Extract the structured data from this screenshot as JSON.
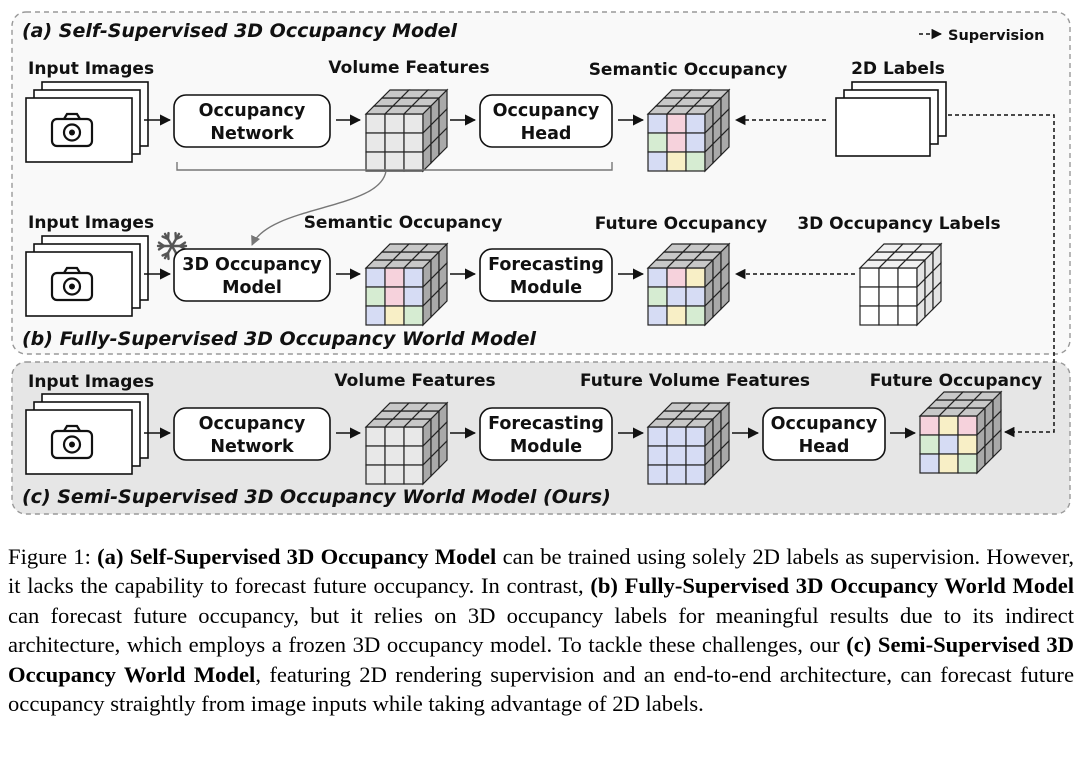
{
  "legend": {
    "supervision": "Supervision"
  },
  "panel_a": {
    "title": "(a) Self-Supervised 3D Occupancy Model",
    "input_label": "Input Images",
    "network": [
      "Occupancy",
      "Network"
    ],
    "features_label": "Volume Features",
    "head": [
      "Occupancy",
      "Head"
    ],
    "output_label": "Semantic Occupancy",
    "labels_label": "2D Labels"
  },
  "panel_b": {
    "title": "(b) Fully-Supervised 3D Occupancy World Model",
    "input_label": "Input Images",
    "model": [
      "3D Occupancy",
      "Model"
    ],
    "occupancy_label": "Semantic Occupancy",
    "forecast": [
      "Forecasting",
      "Module"
    ],
    "output_label": "Future Occupancy",
    "labels_label": "3D Occupancy Labels"
  },
  "panel_c": {
    "title": "(c) Semi-Supervised 3D Occupancy World Model (Ours)",
    "input_label": "Input Images",
    "network": [
      "Occupancy",
      "Network"
    ],
    "features_label": "Volume Features",
    "forecast": [
      "Forecasting",
      "Module"
    ],
    "future_features_label": "Future Volume Features",
    "head": [
      "Occupancy",
      "Head"
    ],
    "output_label": "Future Occupancy"
  },
  "caption": {
    "prefix": "Figure 1:  ",
    "a_bold": "(a) Self-Supervised 3D Occupancy Model",
    "t1": " can be trained using solely 2D labels as supervision.  However, it lacks the capability to forecast future occupancy.  In contrast, ",
    "b_bold": "(b) Fully-Supervised 3D Occupancy World Model",
    "t2": " can forecast future occupancy, but it relies on 3D occupancy labels for meaningful results due to its indirect architecture, which employs a frozen 3D occupancy model.  To tackle these challenges, our ",
    "c_bold": "(c) Semi-Supervised 3D Occupancy World Model",
    "t3": ", featuring 2D rendering supervision and an end-to-end architecture, can forecast future occupancy straightly from image inputs while taking advantage of 2D labels."
  },
  "colors": {
    "panel_bg_c": "#e6e6e6",
    "grid_gray": "#e8e8e8",
    "cube_top": "#c8c8c8",
    "cube_side": "#a9a9a9",
    "sem_blue": "#d6dcf4",
    "sem_pink": "#f6d2dc",
    "sem_yellow": "#f8efc6",
    "sem_green": "#d6ecd2",
    "feat_blue": "#d6dcf4"
  },
  "icons": [
    "camera-icon",
    "snowflake-icon",
    "arrow-icon",
    "dashed-arrow-icon"
  ]
}
